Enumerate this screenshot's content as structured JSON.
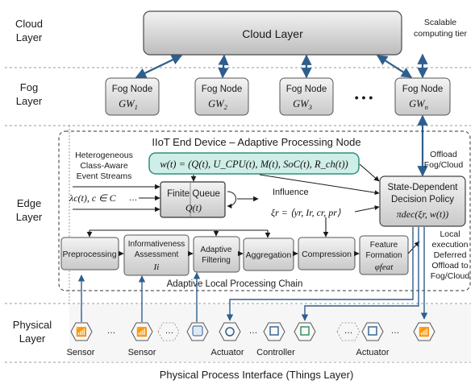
{
  "layers": {
    "cloud": [
      "Cloud",
      "Layer"
    ],
    "fog": [
      "Fog",
      "Layer"
    ],
    "edge": [
      "Edge",
      "Layer"
    ],
    "physical": [
      "Physical",
      "Layer"
    ]
  },
  "cloud": {
    "label": "Cloud Layer",
    "note": [
      "Scalable",
      "computing tier"
    ]
  },
  "fog": {
    "nodes": [
      {
        "title": "Fog Node",
        "name": "GW",
        "sub": "1"
      },
      {
        "title": "Fog Node",
        "name": "GW",
        "sub": "2"
      },
      {
        "title": "Fog Node",
        "name": "GW",
        "sub": "3"
      },
      {
        "title": "Fog Node",
        "name": "GW",
        "sub": "n"
      }
    ],
    "ellipsis": "• • •"
  },
  "edge": {
    "title": "IIoT End Device – Adaptive Processing Node",
    "state_formula": "w(t) = (Q(t), U_CPU(t), M(t), SoC(t), R_ch(t))",
    "streams_label": [
      "Heterogeneous",
      "Class-Aware",
      "Event Streams"
    ],
    "arrival_label": "λc(t), c ∈ C",
    "queue": {
      "title": "Finite Queue",
      "var": "Q(t)"
    },
    "influence": "Influence",
    "xi_formula": "ξr = ⟨yr, Ir, cr, pr⟩",
    "policy": {
      "lines": [
        "State-Dependent",
        "Decision Policy"
      ],
      "formula": "πdec(ξr, w(t))"
    },
    "offload_note": [
      "Offload",
      "Fog/Cloud"
    ],
    "chain": [
      "Preprocessing",
      "Informativeness Assessment",
      "Adaptive Filtering",
      "Aggregation",
      "Compression",
      "Feature Formation"
    ],
    "chain_vars": {
      "assessment": "Ii",
      "feature": "φfeat"
    },
    "chain_label": "Adaptive Local Processing Chain",
    "exec_note": [
      "Local",
      "execution",
      "Deferred",
      "Offload to",
      "Fog/Cloud"
    ]
  },
  "physical": {
    "labels": [
      "Sensor",
      "Sensor",
      "Actuator",
      "Controller",
      "Actuator"
    ],
    "interface": "Physical Process Interface (Things Layer)"
  },
  "colors": {
    "arrow_blue": "#2e5e8e",
    "state_fill": "#cfeee8",
    "box_fill": "#e3e3e3"
  }
}
